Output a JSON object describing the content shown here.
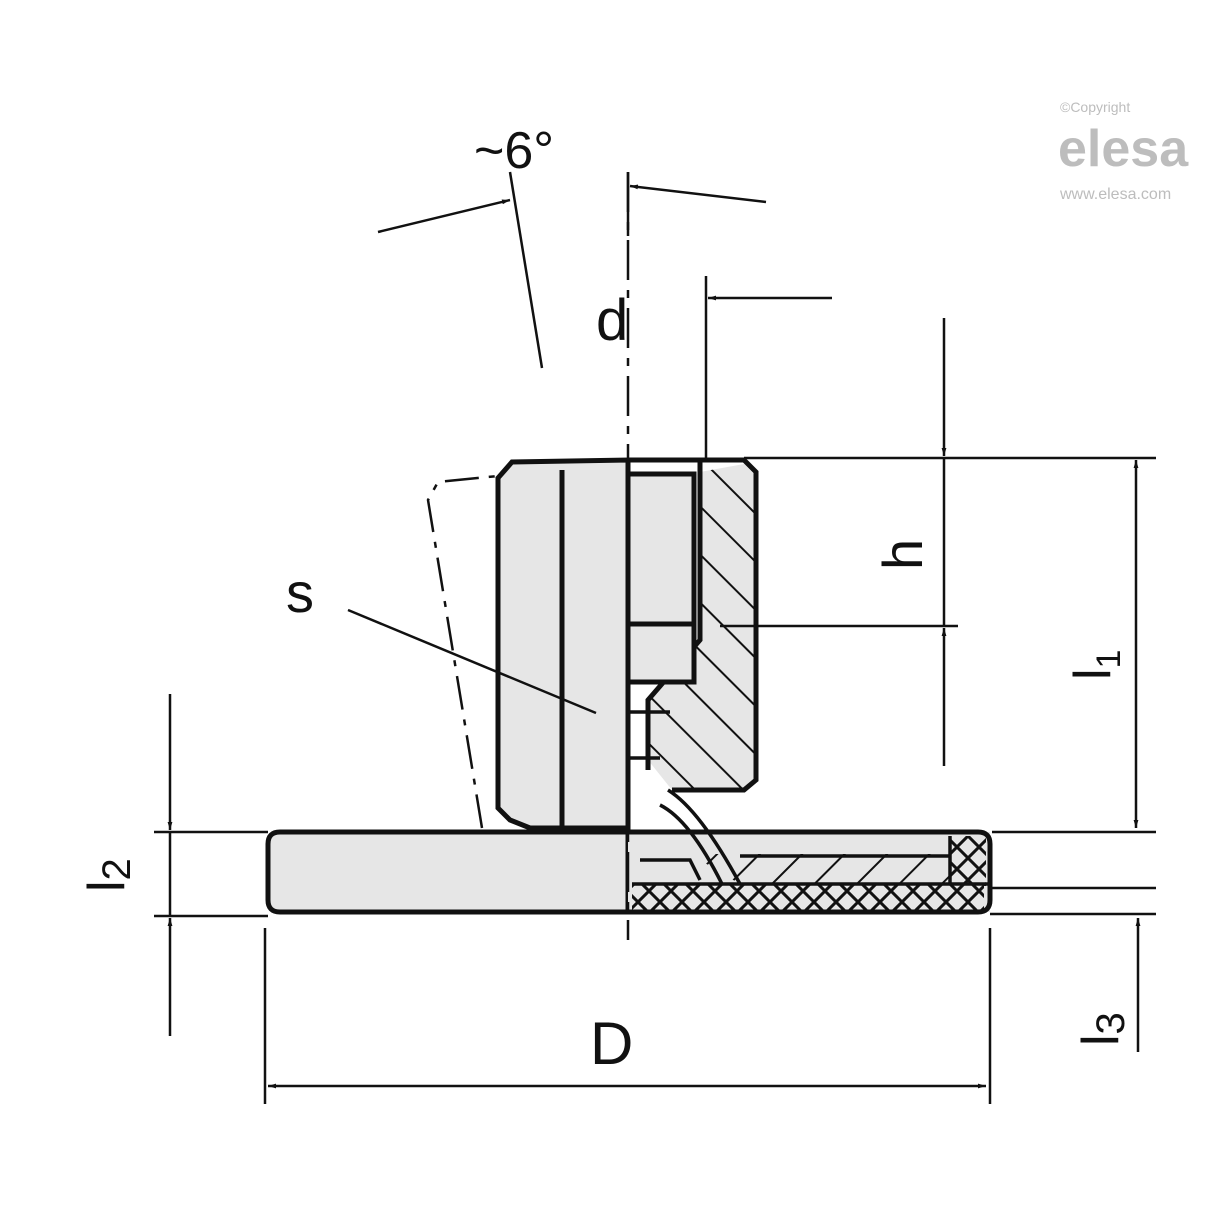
{
  "diagram": {
    "type": "technical-drawing",
    "subject": "Levelling element base with hex nut (sectional view)",
    "colors": {
      "line": "#111111",
      "fill": "#e6e6e6",
      "background": "#ffffff",
      "watermark": "#bdbdbd"
    }
  },
  "watermark": {
    "copyright": "©Copyright",
    "brand": "elesa",
    "url": "www.elesa.com"
  },
  "dimensions": {
    "angle": "~6°",
    "d": "d",
    "h": "h",
    "s": "s",
    "l1": "l",
    "l1_sub": "1",
    "l2": "l",
    "l2_sub": "2",
    "l3": "l",
    "l3_sub": "3",
    "D": "D"
  }
}
